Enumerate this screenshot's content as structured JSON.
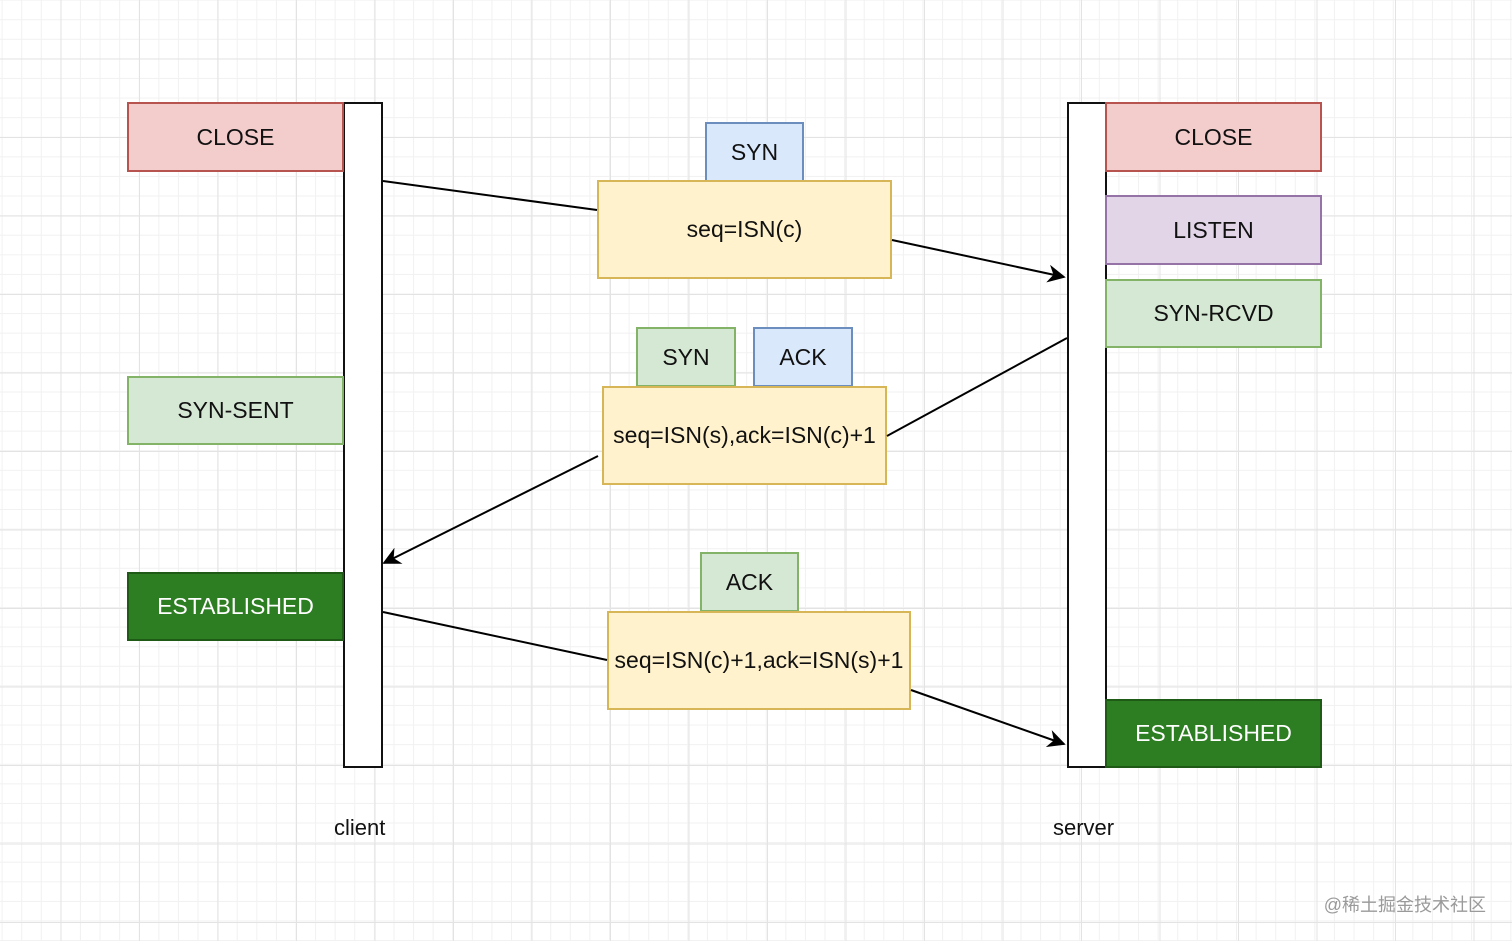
{
  "client": {
    "label": "client",
    "states": {
      "close": "CLOSE",
      "syn_sent": "SYN-SENT",
      "established": "ESTABLISHED"
    }
  },
  "server": {
    "label": "server",
    "states": {
      "close": "CLOSE",
      "listen": "LISTEN",
      "syn_rcvd": "SYN-RCVD",
      "established": "ESTABLISHED"
    }
  },
  "messages": [
    {
      "flags": [
        "SYN"
      ],
      "body": "seq=ISN(c)"
    },
    {
      "flags": [
        "SYN",
        "ACK"
      ],
      "body": "seq=ISN(s),ack=ISN(c)+1"
    },
    {
      "flags": [
        "ACK"
      ],
      "body": "seq=ISN(c)+1,ack=ISN(s)+1"
    }
  ],
  "watermark": "@稀土掘金技术社区"
}
